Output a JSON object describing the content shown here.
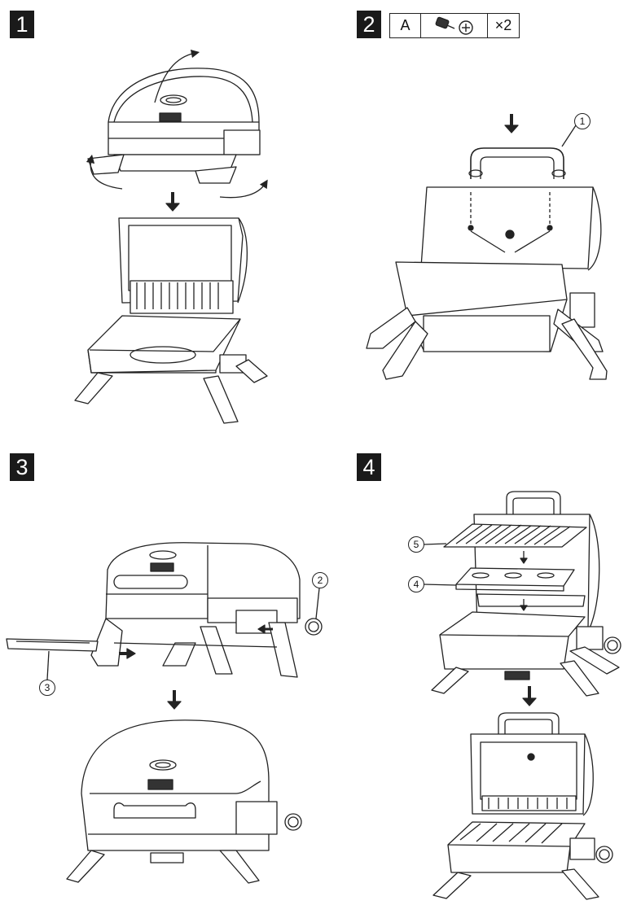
{
  "steps": [
    {
      "number": "1"
    },
    {
      "number": "2"
    },
    {
      "number": "3"
    },
    {
      "number": "4"
    }
  ],
  "parts_table": {
    "part_letter": "A",
    "part_icon": "screw-icon",
    "quantity": "×2"
  },
  "screw_label": "A",
  "callouts": [
    "1",
    "2",
    "3",
    "4",
    "5"
  ],
  "colors": {
    "ink": "#222222",
    "badge": "#1a1a1a",
    "paper": "#ffffff"
  }
}
